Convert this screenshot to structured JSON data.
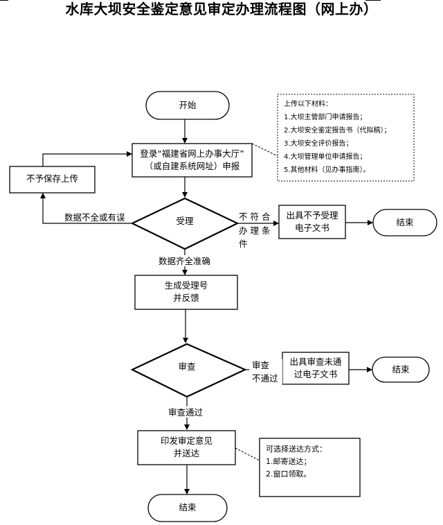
{
  "title": "水库大坝安全鉴定意见审定办理流程图（网上办）",
  "nodes": {
    "start": "开始",
    "login_line1": "登录“福建省网上办事大厅”",
    "login_line2": "（或自建系统网址）申报",
    "reject_save": "不予保存上传",
    "accept": "受理",
    "no_accept_doc_line1": "出具不予受理",
    "no_accept_doc_line2": "电子文书",
    "end1": "结束",
    "gen_line1": "生成受理号",
    "gen_line2": "并反馈",
    "review": "审查",
    "review_fail_doc_line1": "出具审查未通",
    "review_fail_doc_line2": "过电子文书",
    "end2": "结束",
    "issue_line1": "印发审定意见",
    "issue_line2": "并送达",
    "end3": "结束"
  },
  "edges": {
    "incomplete": "数据不全或有误",
    "not_meet_line1": "不 符 合",
    "not_meet_line2": "办 理 条",
    "not_meet_line3": "件",
    "complete": "数据齐全准确",
    "review_fail_line1": "审查",
    "review_fail_line2": "不通过",
    "review_pass": "审查通过"
  },
  "upload_note": {
    "heading": "上传以下材料：",
    "items": [
      "1.大坝主管部门申请报告；",
      "2.大坝安全鉴定报告书（代拟稿）；",
      "3.大坝安全评价报告；",
      "4.大坝管理单位申请报告；",
      "5.其他材料（见办事指南）。"
    ]
  },
  "delivery_note": {
    "heading": "可选择送达方式：",
    "items": [
      "1.邮寄送达；",
      "2.窗口领取。"
    ]
  }
}
